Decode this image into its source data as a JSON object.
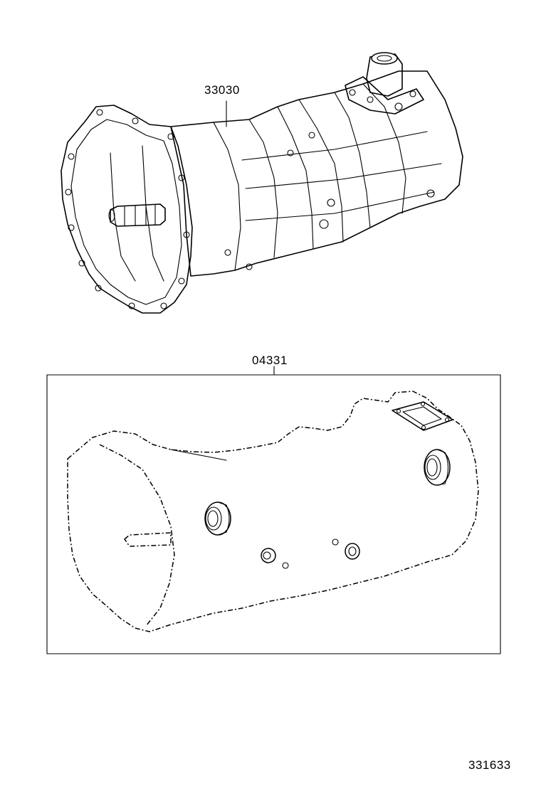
{
  "labels": {
    "transmission_part_no": "33030",
    "gasket_kit_part_no": "04331",
    "illustration_no": "331633"
  }
}
